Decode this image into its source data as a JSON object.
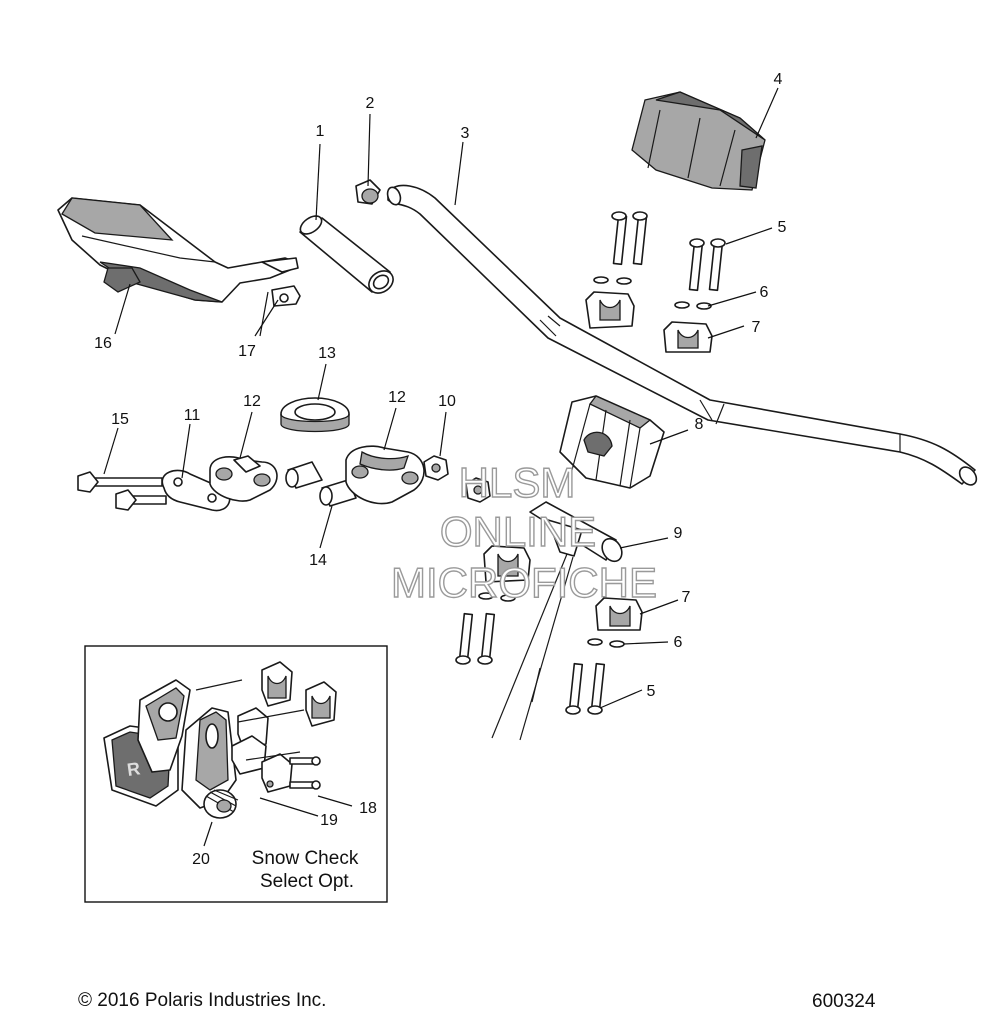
{
  "callouts": [
    "1",
    "2",
    "3",
    "4",
    "5",
    "6",
    "7",
    "16",
    "17",
    "13",
    "12",
    "10",
    "15",
    "11",
    "12",
    "8",
    "14",
    "9",
    "7",
    "6",
    "5",
    "18",
    "19",
    "20"
  ],
  "inset": {
    "note_line1": "Snow Check",
    "note_line2": "Select Opt."
  },
  "watermark": {
    "line1": "HLSM",
    "line2": "ONLINE",
    "line3": "MICROFICHE"
  },
  "footer": {
    "copyright": "© 2016 Polaris Industries Inc.",
    "ref_number": "600324"
  }
}
